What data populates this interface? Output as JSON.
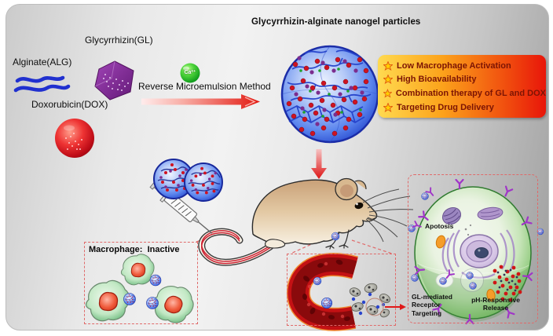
{
  "title": "Glycyrrhizin-alginate nanogel particles",
  "components": {
    "alginate": "Alginate(ALG)",
    "glycyrrhizin": "Glycyrrhizin(GL)",
    "doxorubicin": "Doxorubicin(DOX)",
    "calcium_ion": "Ca²⁺"
  },
  "process": {
    "method": "Reverse Microemulsion Method"
  },
  "benefits": [
    "Low Macrophage Activation",
    "High Bioavailability",
    "Combination therapy of GL and DOX",
    "Targeting Drug Delivery"
  ],
  "macrophage_panel": {
    "label": "Macrophage:  Inactive"
  },
  "cell_panel": {
    "apoptosis": "Apotosis",
    "gl_targeting": "GL-mediated\nReceptor\nTargeting",
    "ph_release": "pH-Responsive\nRelease"
  },
  "colors": {
    "accent_red": "#e01818",
    "benefit_box_start": "#ffda50",
    "benefit_box_end": "#e8150a",
    "benefit_text": "#7c1404",
    "nanogel_blue": "#2446cc",
    "macrophage_green": "#4aa566",
    "dashed_border": "#e06a6a",
    "mouse_tan": "#dcc09c"
  }
}
